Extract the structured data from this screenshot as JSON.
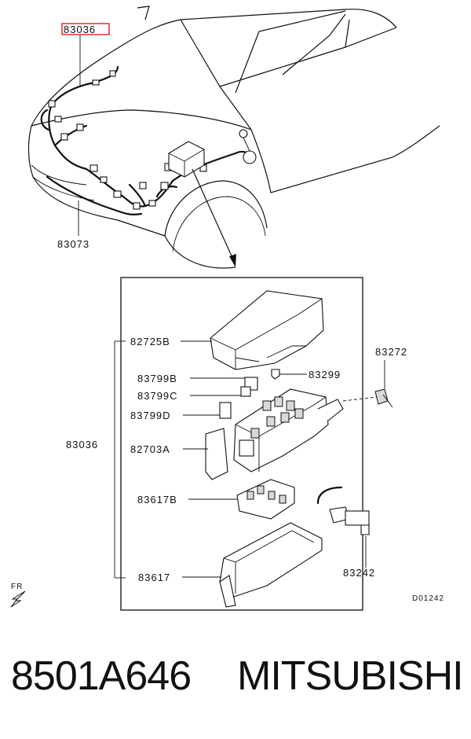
{
  "diagram": {
    "labels": {
      "top_harness": "83036",
      "main_harness": "83073",
      "cover": "82725B",
      "relay_b": "83799B",
      "relay_c": "83799C",
      "relay_d": "83799D",
      "bracket_clip": "83299",
      "bolt": "83272",
      "box_group": "83036",
      "block": "82703A",
      "fuse_holder": "83617B",
      "tray": "83617",
      "sensor": "83242",
      "drawing_code": "D01242",
      "front_marker": "FR"
    }
  },
  "footer": {
    "part_number": "8501A646",
    "brand": "MITSUBISHI"
  },
  "colors": {
    "highlight_box": "#e02020",
    "ink": "#111111",
    "background": "#ffffff"
  }
}
